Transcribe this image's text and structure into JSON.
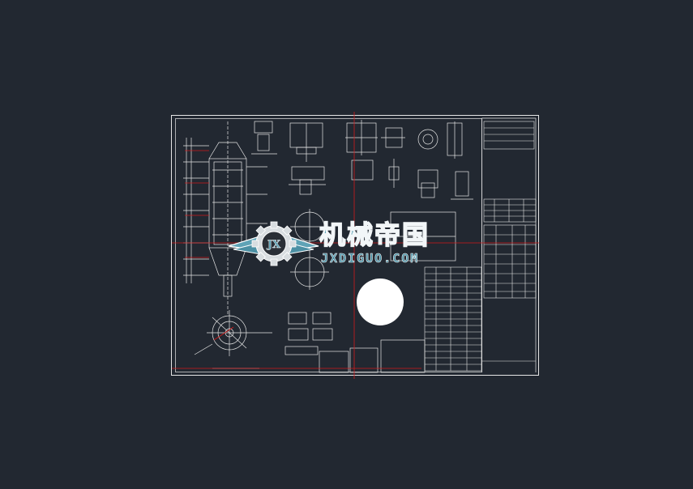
{
  "watermark": {
    "brand_cn": "机械帝国",
    "brand_en": "JXDIGUO.COM",
    "badge_text": "JX"
  },
  "colors": {
    "background": "#222831",
    "drawing_lines": "#e6e6e6",
    "axis_lines": "#d11a1a",
    "watermark_primary": "#5fa3b6"
  },
  "icons": [
    "gear-wings-logo-icon"
  ]
}
